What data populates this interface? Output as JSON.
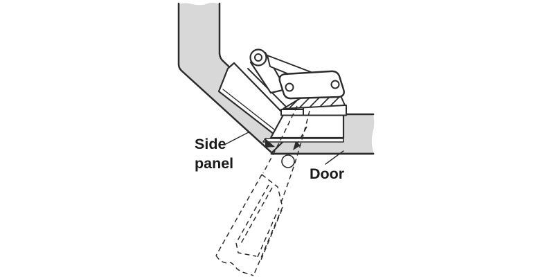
{
  "diagram": {
    "labels": {
      "side_panel_lines": [
        "Side",
        "panel"
      ],
      "door": "Door"
    },
    "colors": {
      "panel_fill": "#d8d8d8",
      "door_fill": "#d8d8d8",
      "line": "#2b2b2b",
      "background": "#ffffff"
    },
    "parts": {
      "side_panel": "side-panel",
      "door_open": "door-open-position",
      "door_closed": "door-closed-position-dashed",
      "hinge": "concealed-hinge-mechanism"
    }
  }
}
